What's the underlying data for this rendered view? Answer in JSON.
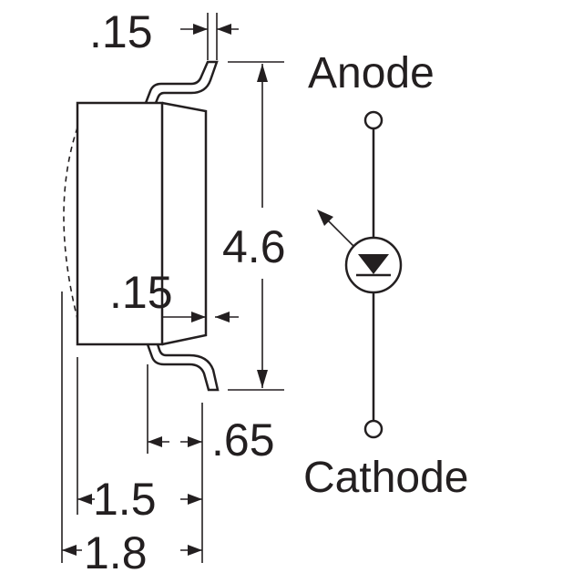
{
  "dimensions": {
    "lead_thickness_top": ".15",
    "height": "4.6",
    "lead_thickness_bottom": ".15",
    "lead_length": ".65",
    "body_width": "1.5",
    "overall_width": "1.8"
  },
  "labels": {
    "anode": "Anode",
    "cathode": "Cathode"
  },
  "colors": {
    "ink": "#231f20",
    "background": "#ffffff"
  }
}
